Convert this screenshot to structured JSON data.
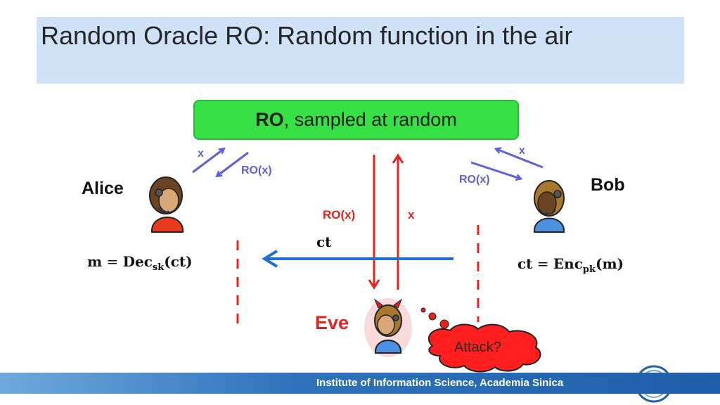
{
  "title": "Random Oracle RO: Random function in the air",
  "ro_box": {
    "bold": "RO",
    "rest": ", sampled at random"
  },
  "alice": {
    "name": "Alice",
    "formula_lhs": "m",
    "formula_eq": "=",
    "formula_fn": "Dec",
    "formula_sub": "sk",
    "formula_arg": "(ct)"
  },
  "bob": {
    "name": "Bob",
    "formula_lhs": "ct",
    "formula_eq": "=",
    "formula_fn": "Enc",
    "formula_sub": "pk",
    "formula_arg": "(m)"
  },
  "eve": {
    "name": "Eve",
    "bubble": "Attack?"
  },
  "labels": {
    "alice_query": "x",
    "alice_answer": "RO(x)",
    "bob_query": "x",
    "bob_answer": "RO(x)",
    "eve_answer": "RO(x)",
    "eve_query": "x",
    "channel": "ct"
  },
  "footer": "Institute of Information Science, Academia Sinica",
  "colors": {
    "ro_green": "#36e045",
    "blue_arrow": "#1f6fd6",
    "red": "#e4231c",
    "query_blue": "#5b5fe0",
    "header_bg": "#cfe2f8"
  }
}
